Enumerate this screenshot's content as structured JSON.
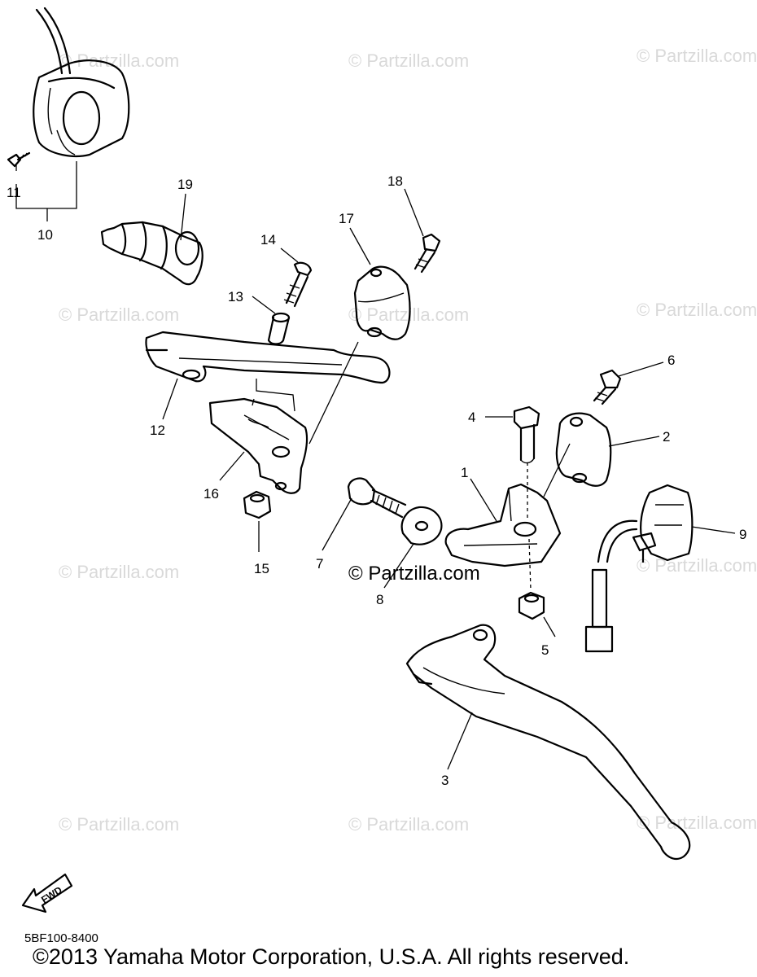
{
  "watermarks": [
    {
      "text": "© Partzilla.com"
    },
    {
      "text": "© Partzilla.com"
    },
    {
      "text": "© Partzilla.com"
    },
    {
      "text": "© Partzilla.com"
    },
    {
      "text": "© Partzilla.com"
    },
    {
      "text": "© Partzilla.com"
    },
    {
      "text": "© Partzilla.com"
    },
    {
      "text": "© Partzilla.com"
    },
    {
      "text": "© Partzilla.com"
    },
    {
      "text": "© Partzilla.com"
    },
    {
      "text": "© Partzilla.com"
    },
    {
      "text": "© Partzilla.com"
    }
  ],
  "callouts": [
    "1",
    "2",
    "3",
    "4",
    "5",
    "6",
    "7",
    "8",
    "9",
    "10",
    "11",
    "12",
    "13",
    "14",
    "15",
    "16",
    "17",
    "18",
    "19"
  ],
  "fwd_label": "FWD",
  "diagram_code": "5BF100-8400",
  "copyright": "©2013  Yamaha Motor Corporation, U.S.A. All rights reserved."
}
